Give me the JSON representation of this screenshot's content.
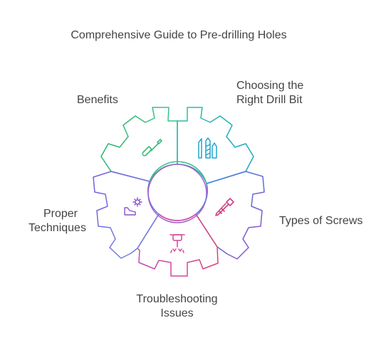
{
  "diagram": {
    "title": "Comprehensive Guide to Pre-drilling Holes",
    "segments": [
      {
        "id": "benefits",
        "lines": [
          "Benefits"
        ],
        "color": "#3dbb7a",
        "icon": "screwdriver-icon"
      },
      {
        "id": "drill",
        "lines": [
          "Choosing the",
          "Right Drill Bit"
        ],
        "color": "#1fa6cf",
        "icon": "drill-bits-icon"
      },
      {
        "id": "screws",
        "lines": [
          "Types of Screws"
        ],
        "color": "#cf3e87",
        "icon": "screw-icon"
      },
      {
        "id": "trouble",
        "lines": [
          "Troubleshooting",
          "Issues"
        ],
        "color": "#d34799",
        "icon": "jackhammer-icon"
      },
      {
        "id": "tech",
        "lines": [
          "Proper",
          "Techniques"
        ],
        "color": "#8a4fd4",
        "icon": "gear-icon"
      }
    ]
  }
}
